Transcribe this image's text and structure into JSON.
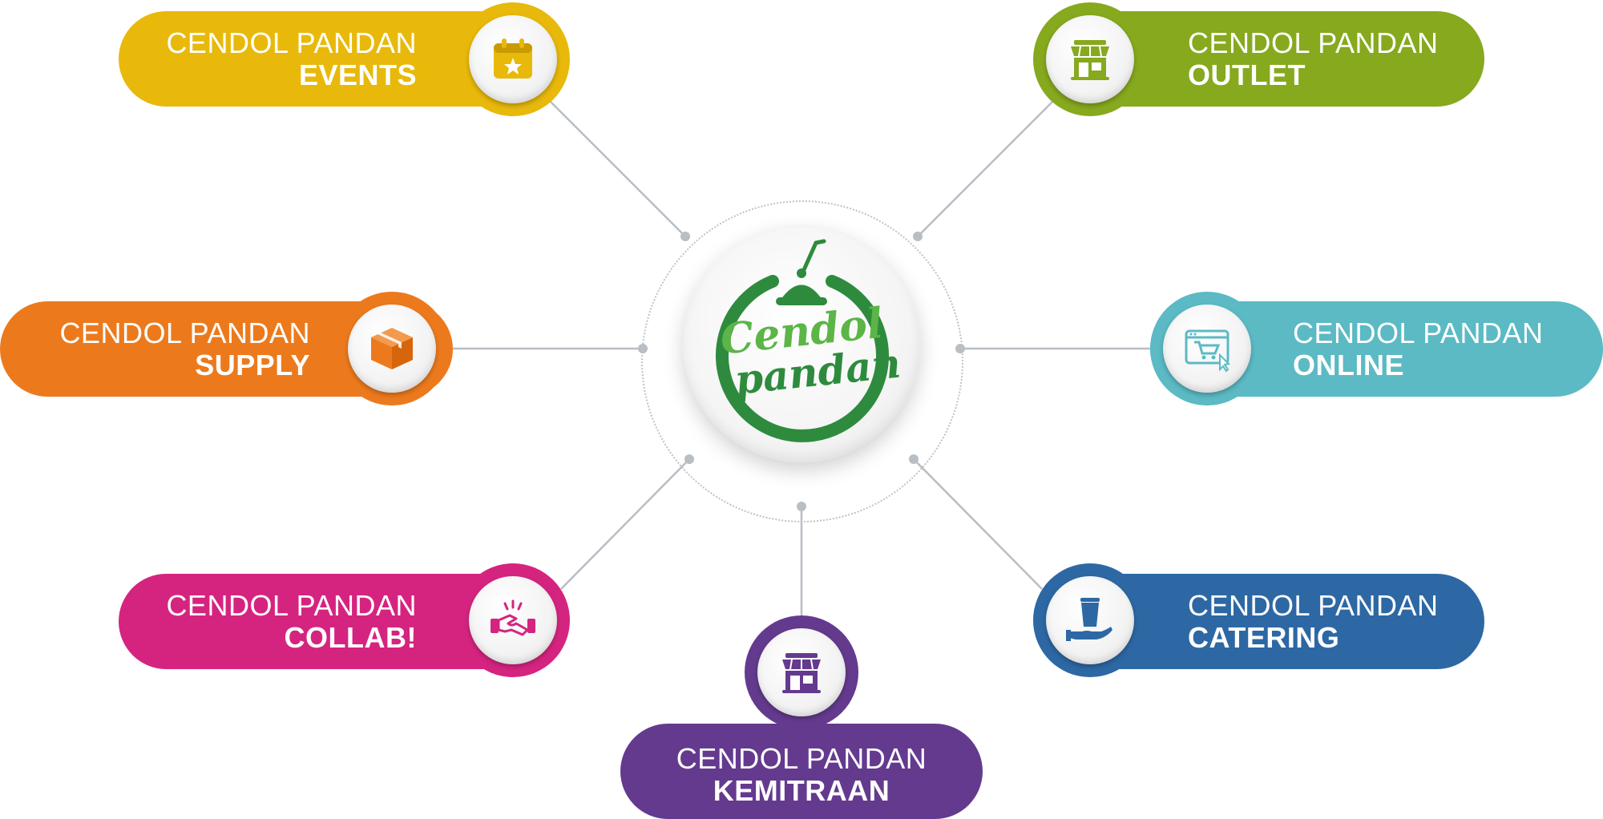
{
  "center": {
    "logo_line1": "Cendol",
    "logo_line2": "pandan"
  },
  "branches": [
    {
      "id": "events",
      "line1": "CENDOL PANDAN",
      "line2": "EVENTS",
      "color": "#E8B90A",
      "icon": "calendar-star-icon"
    },
    {
      "id": "outlet",
      "line1": "CENDOL PANDAN",
      "line2": "OUTLET",
      "color": "#86A91E",
      "icon": "storefront-icon"
    },
    {
      "id": "supply",
      "line1": "CENDOL PANDAN",
      "line2": "SUPPLY",
      "color": "#EC7A1D",
      "icon": "box-icon"
    },
    {
      "id": "online",
      "line1": "CENDOL PANDAN",
      "line2": "ONLINE",
      "color": "#5BBAC4",
      "icon": "browser-cart-icon"
    },
    {
      "id": "collab",
      "line1": "CENDOL PANDAN",
      "line2": "COLLAB!",
      "color": "#D52480",
      "icon": "handshake-icon"
    },
    {
      "id": "catering",
      "line1": "CENDOL PANDAN",
      "line2": "CATERING",
      "color": "#2D68A4",
      "icon": "cup-on-hand-icon"
    },
    {
      "id": "kemitraan",
      "line1": "CENDOL PANDAN",
      "line2": "KEMITRAAN",
      "color": "#643A8E",
      "icon": "storefront-icon"
    }
  ],
  "colors": {
    "logo_green": "#2E8B3E",
    "logo_light_green": "#5BB547",
    "connector": "#B9BEC3"
  }
}
